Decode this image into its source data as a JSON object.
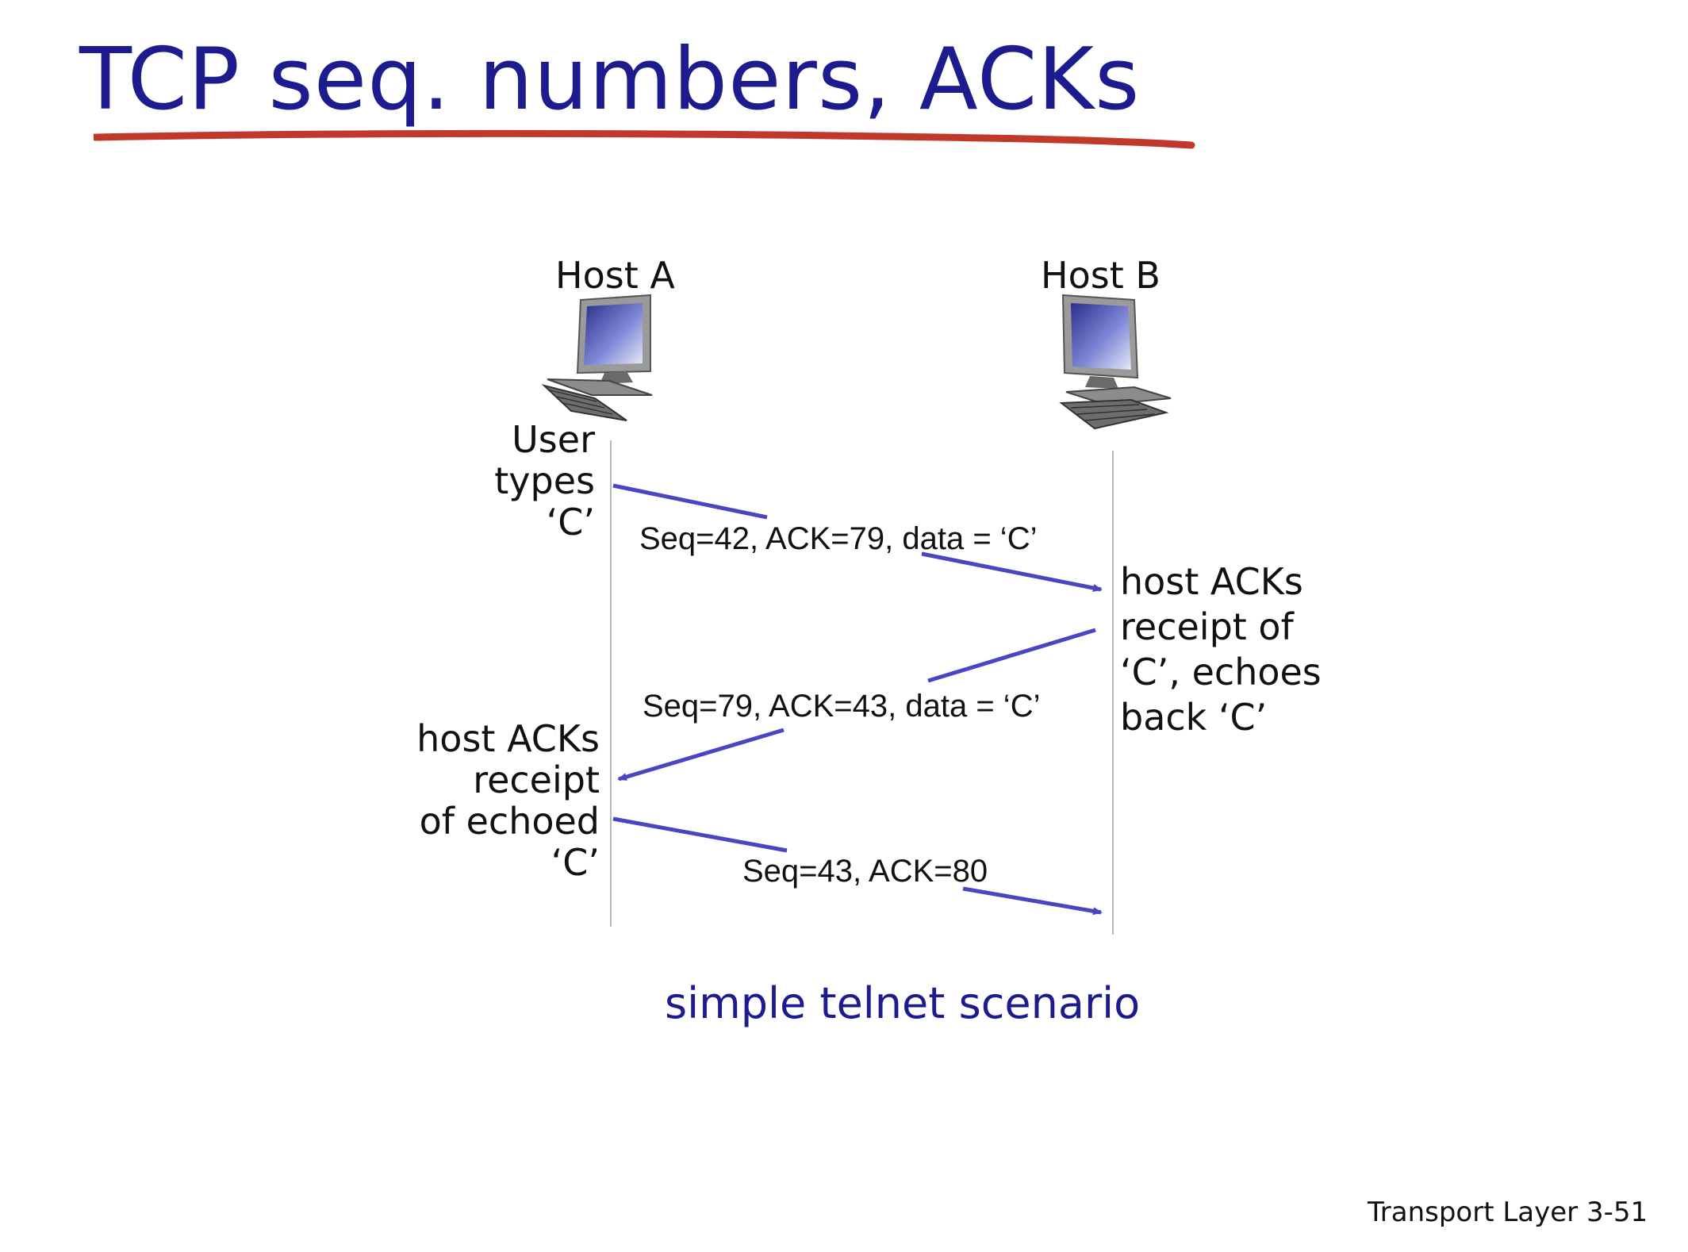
{
  "slide": {
    "title": "TCP seq. numbers, ACKs",
    "caption": "simple telnet scenario",
    "footer": "Transport Layer 3-51"
  },
  "hosts": {
    "a": {
      "label": "Host A",
      "icon": "desktop-computer-icon"
    },
    "b": {
      "label": "Host B",
      "icon": "desktop-computer-icon"
    }
  },
  "notes": {
    "user_types": [
      "User",
      "types",
      "‘C’"
    ],
    "b_acks": [
      "host ACKs",
      "receipt of",
      "‘C’, echoes",
      "back ‘C’"
    ],
    "a_acks": [
      "host ACKs",
      "receipt",
      "of echoed",
      "‘C’"
    ]
  },
  "messages": [
    {
      "from": "Host A",
      "to": "Host B",
      "label": "Seq=42, ACK=79, data = ‘C’"
    },
    {
      "from": "Host B",
      "to": "Host A",
      "label": "Seq=79, ACK=43, data = ‘C’"
    },
    {
      "from": "Host A",
      "to": "Host B",
      "label": "Seq=43, ACK=80"
    }
  ],
  "colors": {
    "title": "#1c1c8f",
    "underline": "#c0392b",
    "arrow": "#4a46c2",
    "timeline": "#b8b8b8",
    "text": "#111111"
  }
}
